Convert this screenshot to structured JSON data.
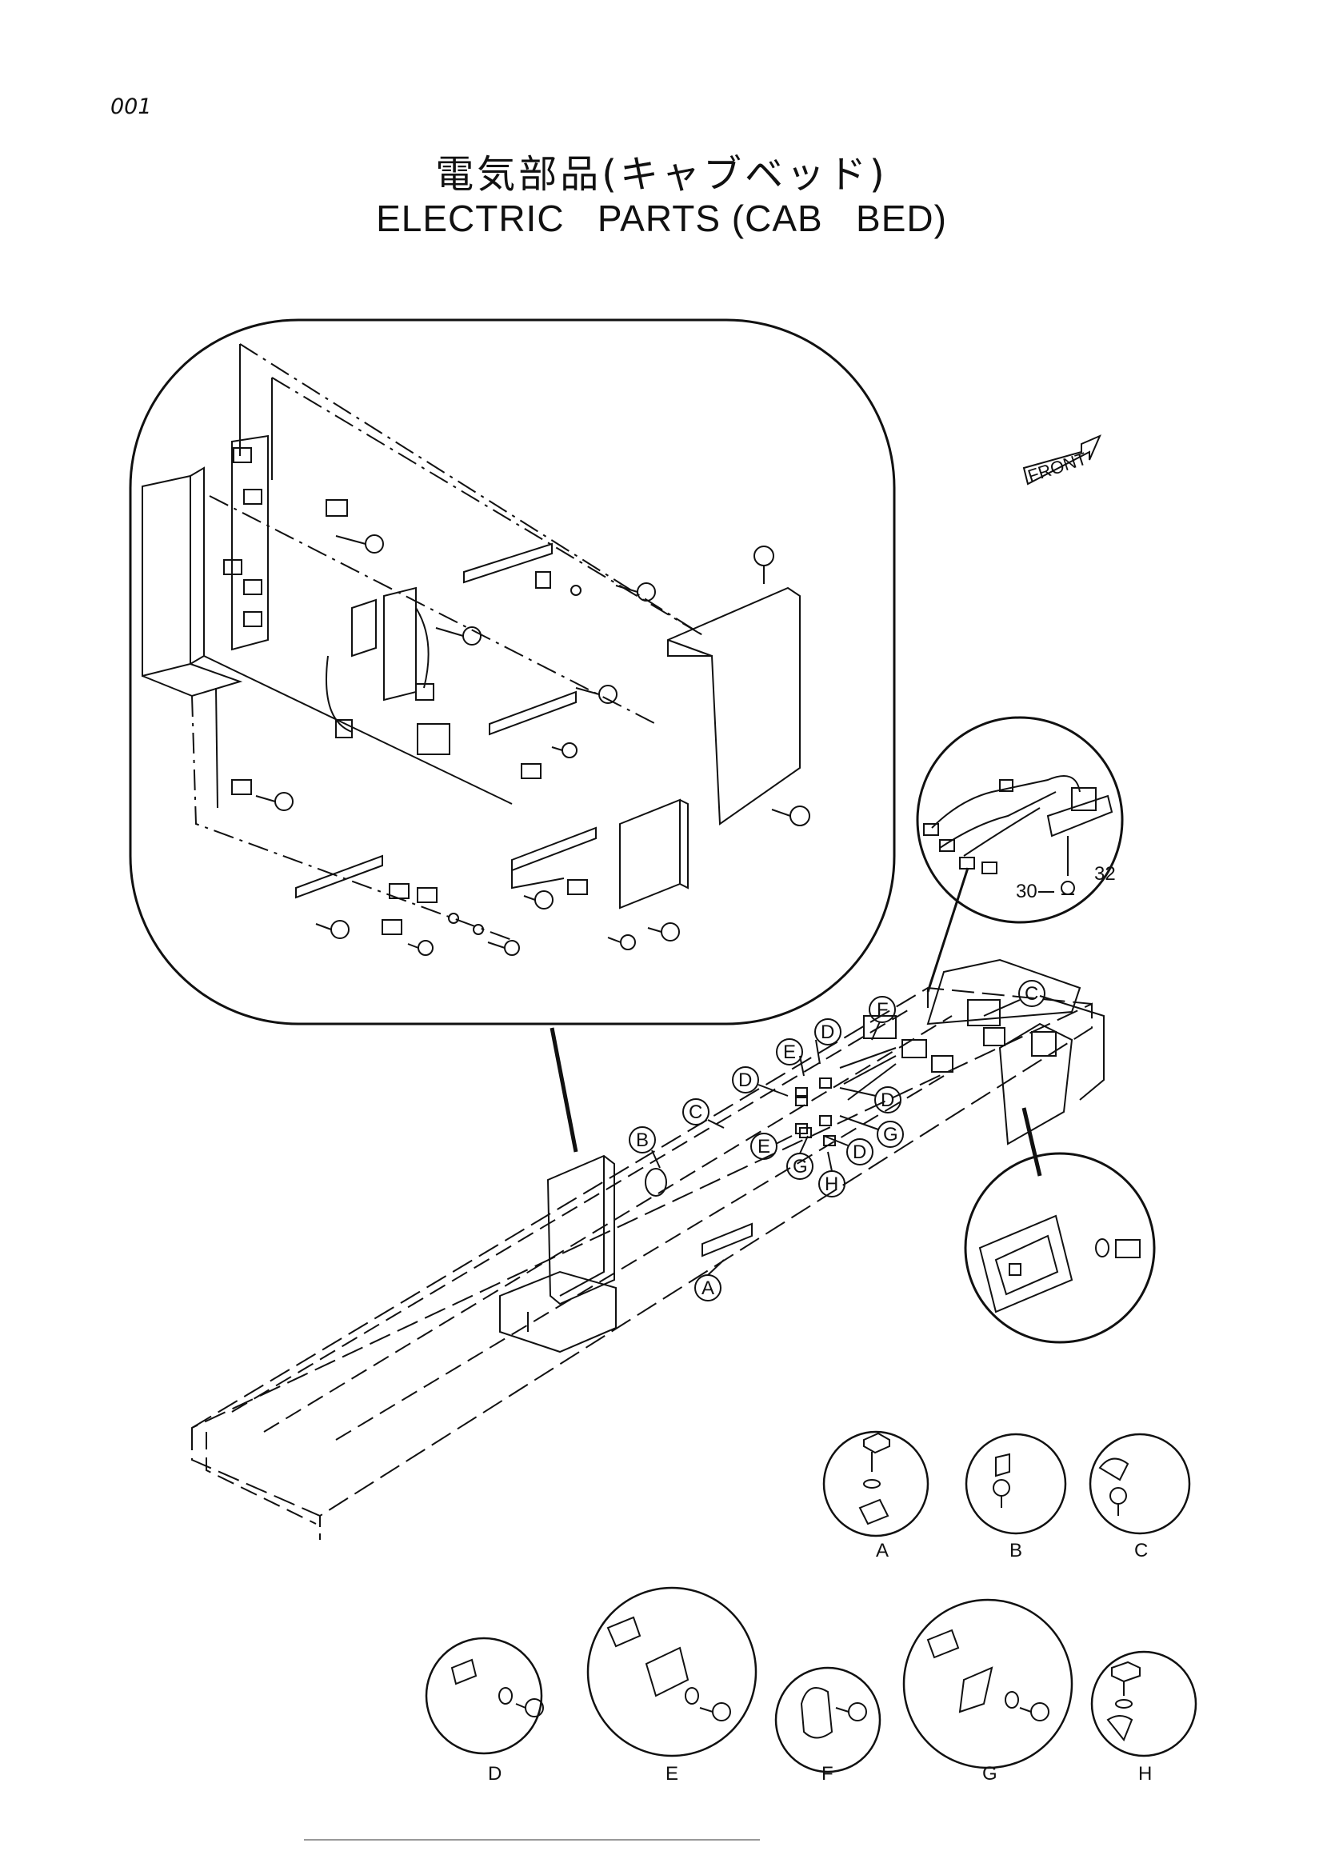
{
  "page_number": "001",
  "title_jp": "電気部品(キャブベッド)",
  "title_en": "ELECTRIC   PARTS (CAB   BED)",
  "front_label": "FRONT",
  "part_numbers": [
    "30",
    "32"
  ],
  "callouts_main": [
    "A",
    "B",
    "C",
    "C",
    "D",
    "D",
    "D",
    "D",
    "E",
    "E",
    "F",
    "G",
    "G",
    "H"
  ],
  "detail_views": [
    {
      "label": "A"
    },
    {
      "label": "B"
    },
    {
      "label": "C"
    },
    {
      "label": "D"
    },
    {
      "label": "E"
    },
    {
      "label": "F"
    },
    {
      "label": "G"
    },
    {
      "label": "H"
    }
  ]
}
